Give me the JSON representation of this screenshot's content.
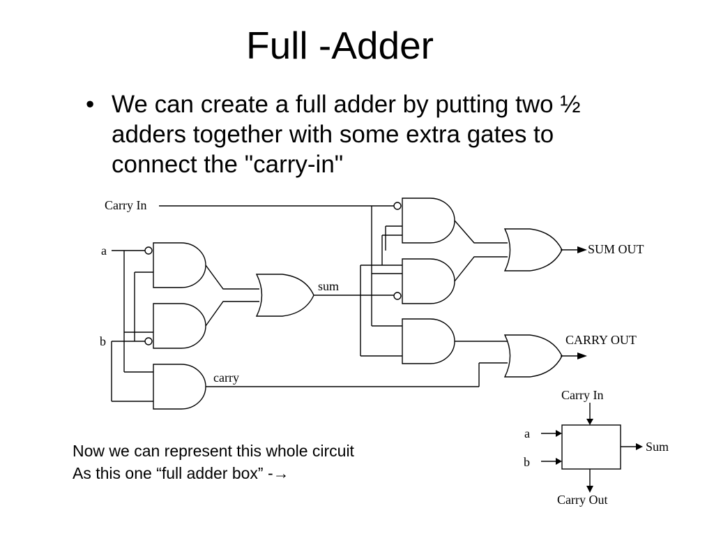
{
  "slide": {
    "title": "Full -Adder",
    "bullet": "We can create a full adder by putting two ½ adders together with some extra gates to connect the \"carry-in\"",
    "note_line1": "Now we can represent this whole circuit",
    "note_line2": "As this one “full adder box”   -",
    "arrow_glyph": "→"
  },
  "circuit": {
    "inputs": {
      "carry_in": "Carry In",
      "a": "a",
      "b": "b"
    },
    "internal": {
      "sum": "sum",
      "carry": "carry"
    },
    "outputs": {
      "sum_out": "SUM OUT",
      "carry_out": "CARRY OUT"
    }
  },
  "box": {
    "carry_in": "Carry In",
    "a": "a",
    "b": "b",
    "sum": "Sum",
    "carry_out": "Carry Out"
  }
}
